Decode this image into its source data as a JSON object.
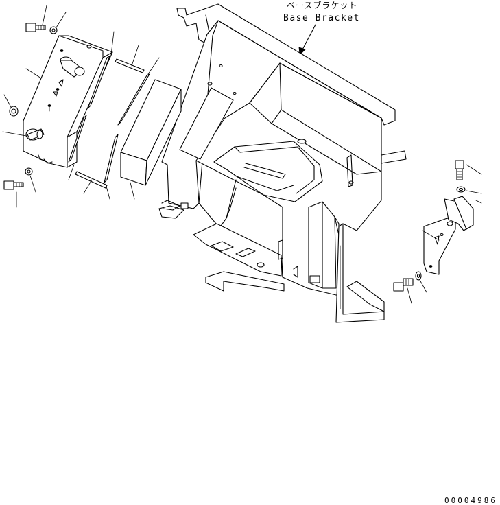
{
  "callout": {
    "label_jp": "ベースブラケット",
    "label_en": "Base Bracket"
  },
  "drawing_number": "00004986"
}
